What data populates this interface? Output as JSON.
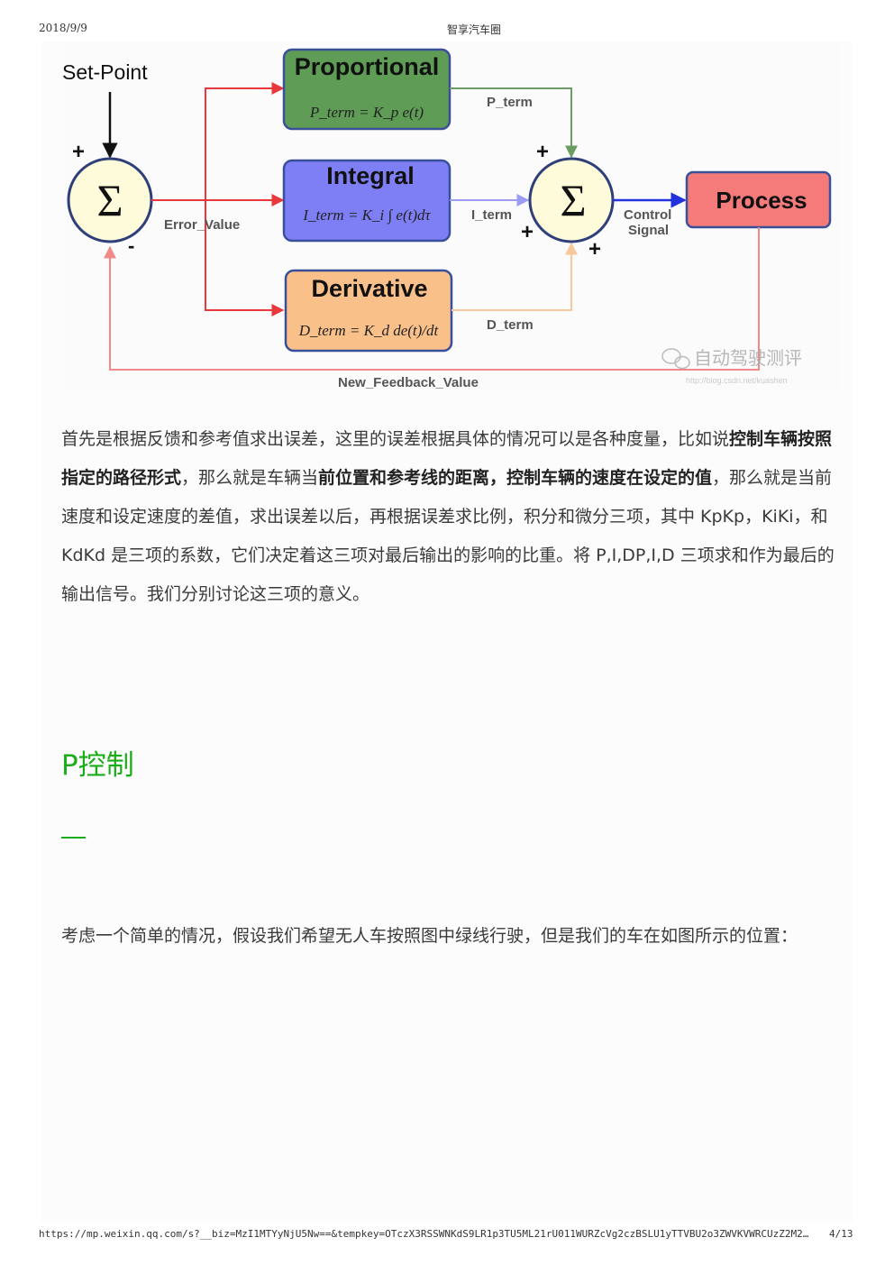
{
  "page_header": {
    "date": "2018/9/9",
    "site": "智享汽车圈"
  },
  "diagram": {
    "setpoint_label": "Set-Point",
    "sigma_symbol": "Σ",
    "plus": "+",
    "minus": "-",
    "error_label": "Error_Value",
    "proportional": {
      "title": "Proportional",
      "formula": "P_term = K_p e(t)",
      "color": "#5f9c56"
    },
    "integral": {
      "title": "Integral",
      "formula": "I_term = K_i ∫ e(t)dτ",
      "color": "#7f7ff5"
    },
    "derivative": {
      "title": "Derivative",
      "formula": "D_term = K_d de(t)/dt",
      "color": "#f9c08a"
    },
    "p_term": "P_term",
    "i_term": "I_term",
    "d_term": "D_term",
    "control_signal": [
      "Control",
      "Signal"
    ],
    "process": {
      "title": "Process",
      "color": "#f57b7b"
    },
    "feedback_label": "New_Feedback_Value",
    "watermark": "自动驾驶测评",
    "watermark_url": "http://blog.csdn.net/kuashen"
  },
  "paragraph1": {
    "segments": [
      {
        "text": "首先是根据反馈和参考值求出误差，这里的误差根据具体的情况可以是各种度量，比如说",
        "bold": false
      },
      {
        "text": "控制车辆按照指定的路径形式",
        "bold": true
      },
      {
        "text": "，那么就是车辆当",
        "bold": false
      },
      {
        "text": "前位置和参考线的距离，控制车辆的速度在设定的值",
        "bold": true
      },
      {
        "text": "，那么就是当前速度和设定速度的差值，求出误差以后，再根据误差求比例，积分和微分三项，其中 KpKp，KiKi，和 KdKd 是三项的系数，它们决定着这三项对最后输出的影响的比重。将 P,I,DP,I,D 三项求和作为最后的输出信号。我们分别讨论这三项的意义。",
        "bold": false
      }
    ]
  },
  "section": {
    "title": "P控制",
    "accent": "#1aad19"
  },
  "paragraph2": "考虑一个简单的情况，假设我们希望无人车按照图中绿线行驶，但是我们的车在如图所示的位置：",
  "footer": {
    "url": "https://mp.weixin.qq.com/s?__biz=MzI1MTYyNjU5Nw==&tempkey=OTczX3RSSWNKdS9LR1p3TU5ML21rU011WURZcVg2czBSLU1yTTVBU2o3ZWVKVWRCUzZ2M2…",
    "page": "4/13"
  }
}
